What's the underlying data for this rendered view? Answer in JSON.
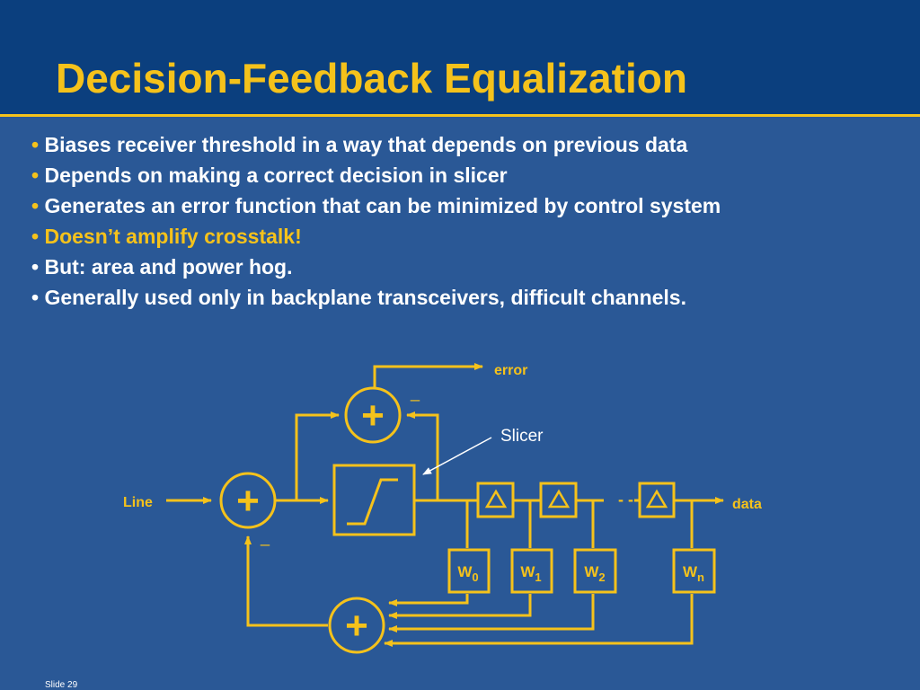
{
  "slide": {
    "title": "Decision-Feedback Equalization",
    "footer": "Slide 29",
    "bullet_marker": "•",
    "bullets": [
      "Biases  receiver threshold in a way that  depends on previous data",
      "Depends on making a correct decision in slicer",
      "Generates an error function that can be minimized by control system",
      "Doesn’t amplify crosstalk!",
      "But: area and power hog.",
      "Generally used only in backplane transceivers, difficult channels."
    ]
  },
  "diagram": {
    "labels": {
      "line": "Line",
      "data": "data",
      "error": "error",
      "slicer": "Slicer",
      "minus_top": "_",
      "minus_left": "_",
      "dash": "- -"
    },
    "weights": [
      {
        "base": "W",
        "sub": "0"
      },
      {
        "base": "W",
        "sub": "1"
      },
      {
        "base": "W",
        "sub": "2"
      },
      {
        "base": "W",
        "sub": "n"
      }
    ],
    "sum_symbol": "+"
  },
  "colors": {
    "background": "#2a5896",
    "header": "#0b3f7e",
    "accent": "#f5c21b",
    "text": "#ffffff"
  }
}
